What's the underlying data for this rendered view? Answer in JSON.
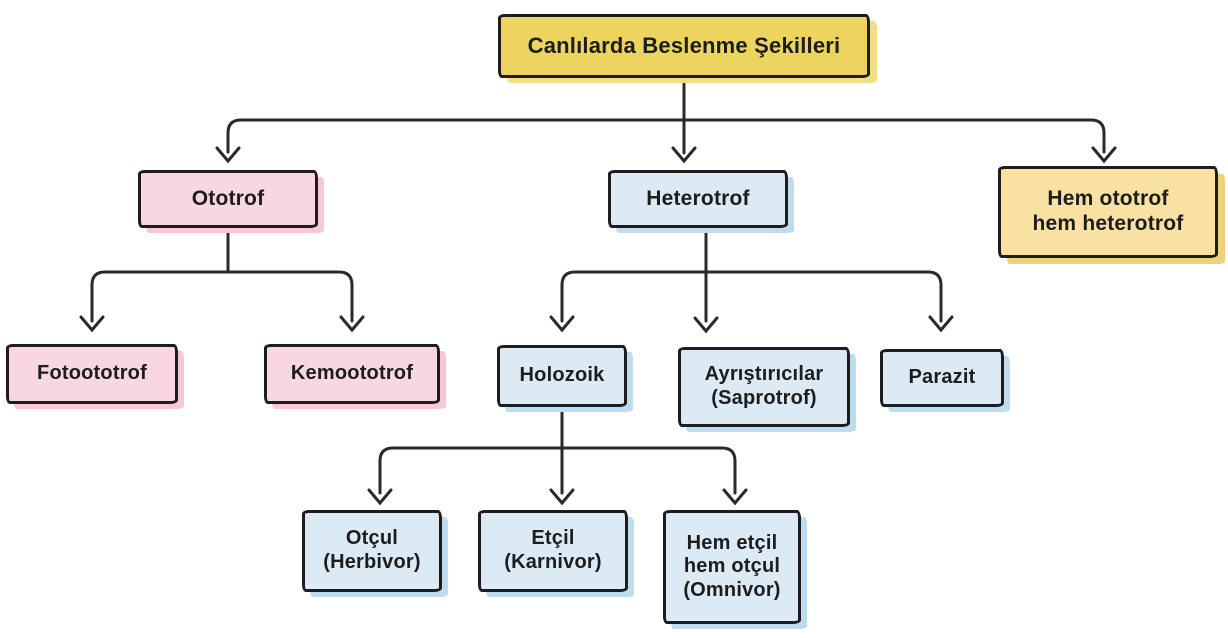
{
  "diagram": {
    "title": "Canlılarda Beslenme Şekilleri",
    "type": "tree-flowchart",
    "nodes": {
      "root": {
        "label": "Canlılarda Beslenme Şekilleri",
        "color": "#ecd45f"
      },
      "ototrof": {
        "label": "Ototrof",
        "color": "#f8d6e3"
      },
      "heterotrof": {
        "label": "Heterotrof",
        "color": "#dbeaf5"
      },
      "mixotrof": {
        "label": "Hem ototrof\nhem heterotrof",
        "color": "#f8e1a3"
      },
      "fotoototrof": {
        "label": "Fotoototrof",
        "color": "#f8d6e3"
      },
      "kemoototrof": {
        "label": "Kemoototrof",
        "color": "#f8d6e3"
      },
      "holozoik": {
        "label": "Holozoik",
        "color": "#dbeaf5"
      },
      "ayristiricilar": {
        "label": "Ayrıştırıcılar\n(Saprotrof)",
        "color": "#dbeaf5"
      },
      "parazit": {
        "label": "Parazit",
        "color": "#dbeaf5"
      },
      "otcul": {
        "label": "Otçul\n(Herbivor)",
        "color": "#dbeaf5"
      },
      "etcil": {
        "label": "Etçil\n(Karnivor)",
        "color": "#dbeaf5"
      },
      "omnivor": {
        "label": "Hem etçil\nhem otçul\n(Omnivor)",
        "color": "#dbeaf5"
      }
    },
    "hierarchy": {
      "root": [
        "ototrof",
        "heterotrof",
        "mixotrof"
      ],
      "ototrof": [
        "fotoototrof",
        "kemoototrof"
      ],
      "heterotrof": [
        "holozoik",
        "ayristiricilar",
        "parazit"
      ],
      "holozoik": [
        "otcul",
        "etcil",
        "omnivor"
      ]
    },
    "colors": {
      "background": "#ffffff",
      "box_border": "#1d1d1d",
      "connector_line": "#2a2a2a",
      "text": "#1d1d1d",
      "yellow_fill": "#ecd45f",
      "yellow_shadow": "#f2df85",
      "cream_fill": "#f8e1a3",
      "cream_shadow": "#f0cf7d",
      "pink_fill": "#f8d6e3",
      "pink_shadow": "#f6c6d9",
      "blue_fill": "#dbeaf5",
      "blue_shadow": "#bedcef"
    }
  }
}
